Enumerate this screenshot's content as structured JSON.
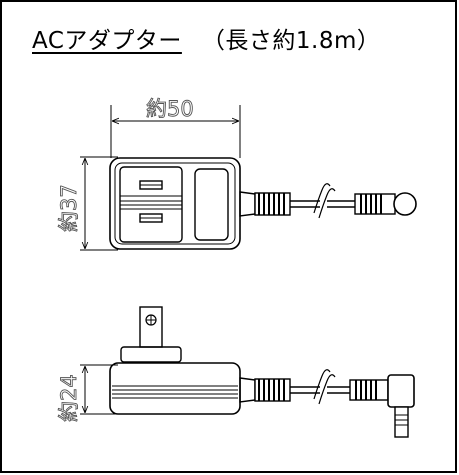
{
  "title": {
    "product": "ACアダプター",
    "note": "（長さ約1.8m）"
  },
  "dimensions": {
    "width_label": "約50",
    "depth_label": "約37",
    "height_label": "約24"
  }
}
